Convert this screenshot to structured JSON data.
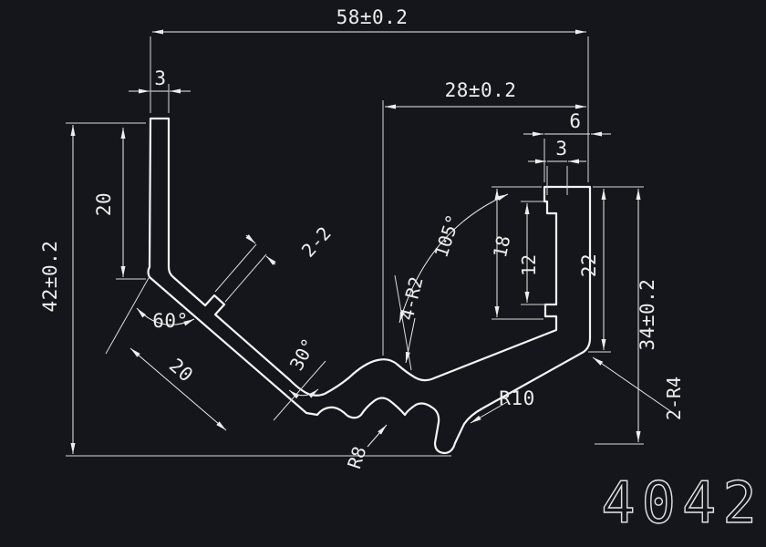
{
  "colors": {
    "background": "#14161b",
    "line": "#ededed"
  },
  "part_number": "4042",
  "dims": {
    "w58": "58±0.2",
    "w28": "28±0.2",
    "t3_left": "3",
    "w6": "6",
    "t3_right": "3",
    "h42": "42±0.2",
    "h20_wall": "20",
    "step22": "2-2",
    "a105": "105°",
    "d18": "18",
    "d12": "12",
    "d22": "22",
    "h34": "34±0.2",
    "a60": "60°",
    "l20_slope": "20",
    "a30": "30°",
    "r2": "4-R2",
    "r10": "R10",
    "r8": "R8",
    "r4": "2-R4"
  }
}
